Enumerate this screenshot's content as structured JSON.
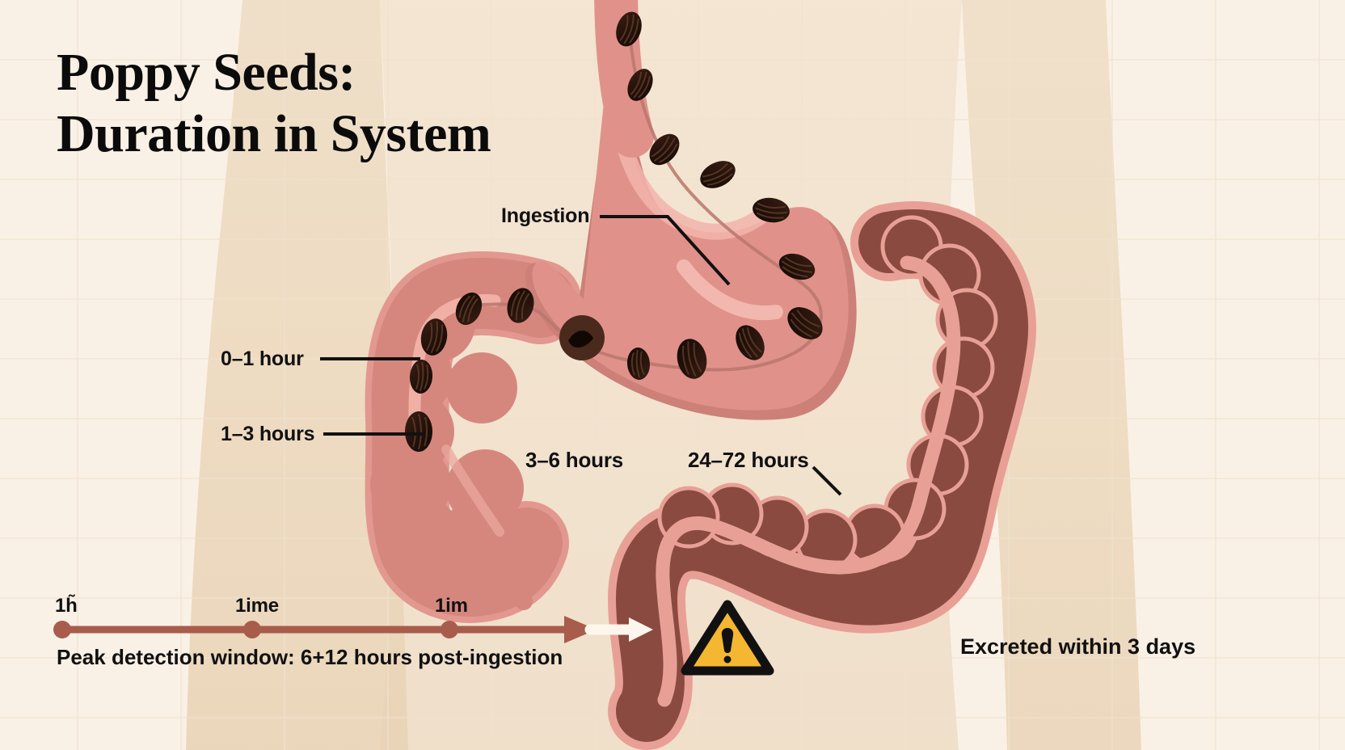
{
  "title": "Poppy Seeds:\nDuration in System",
  "colors": {
    "background": "#faf1e6",
    "grid_line": "#f1e4d2",
    "body_silhouette": "#ecd9bf",
    "stomach_fill": "#e0928a",
    "stomach_shade": "#cc8078",
    "stomach_highlight": "#f2b4ab",
    "intestine_fill": "#d08880",
    "colon_fill": "#8a4a40",
    "colon_inner": "#e8a096",
    "seed_dark": "#2b150e",
    "seed_mid": "#4a2a1c",
    "timeline_line": "#a85c4c",
    "timeline_arrow_white": "#fdf6ec",
    "warning_fill": "#f5b731",
    "warning_stroke": "#111111",
    "text": "#111111"
  },
  "labels": {
    "ingestion": "Ingestion",
    "phase_1": "0–1 hour",
    "phase_2": "1–3 hours",
    "phase_3": "3–6 hours",
    "phase_4": "24–72 hours"
  },
  "timeline": {
    "ticks": [
      {
        "label": "1h̃"
      },
      {
        "label": "1ime"
      },
      {
        "label": "1im"
      }
    ],
    "caption": "Peak detection window: 6+12 hours post-ingestion"
  },
  "excreted_note": "Excreted within 3 days",
  "warning": {
    "icon": "warning-triangle",
    "symbol": "!"
  },
  "chart_data": {
    "type": "diagram",
    "title": "Poppy Seeds: Duration in System",
    "subject": "digestive tract transit of poppy seeds",
    "stages": [
      {
        "label": "Ingestion",
        "organ": "esophagus",
        "time": null
      },
      {
        "label": "0–1 hour",
        "organ": "small intestine (upper loops)",
        "time_range_hours": [
          0,
          1
        ]
      },
      {
        "label": "1–3 hours",
        "organ": "small intestine (lower loops)",
        "time_range_hours": [
          1,
          3
        ]
      },
      {
        "label": "3–6 hours",
        "organ": "stomach",
        "time_range_hours": [
          3,
          6
        ]
      },
      {
        "label": "24–72 hours",
        "organ": "large intestine / colon",
        "time_range_hours": [
          24,
          72
        ]
      }
    ],
    "timeline_ticks": [
      "1h̃",
      "1ime",
      "1im"
    ],
    "annotations": [
      "Peak detection window: 6+12 hours post-ingestion",
      "Excreted within 3 days"
    ]
  }
}
